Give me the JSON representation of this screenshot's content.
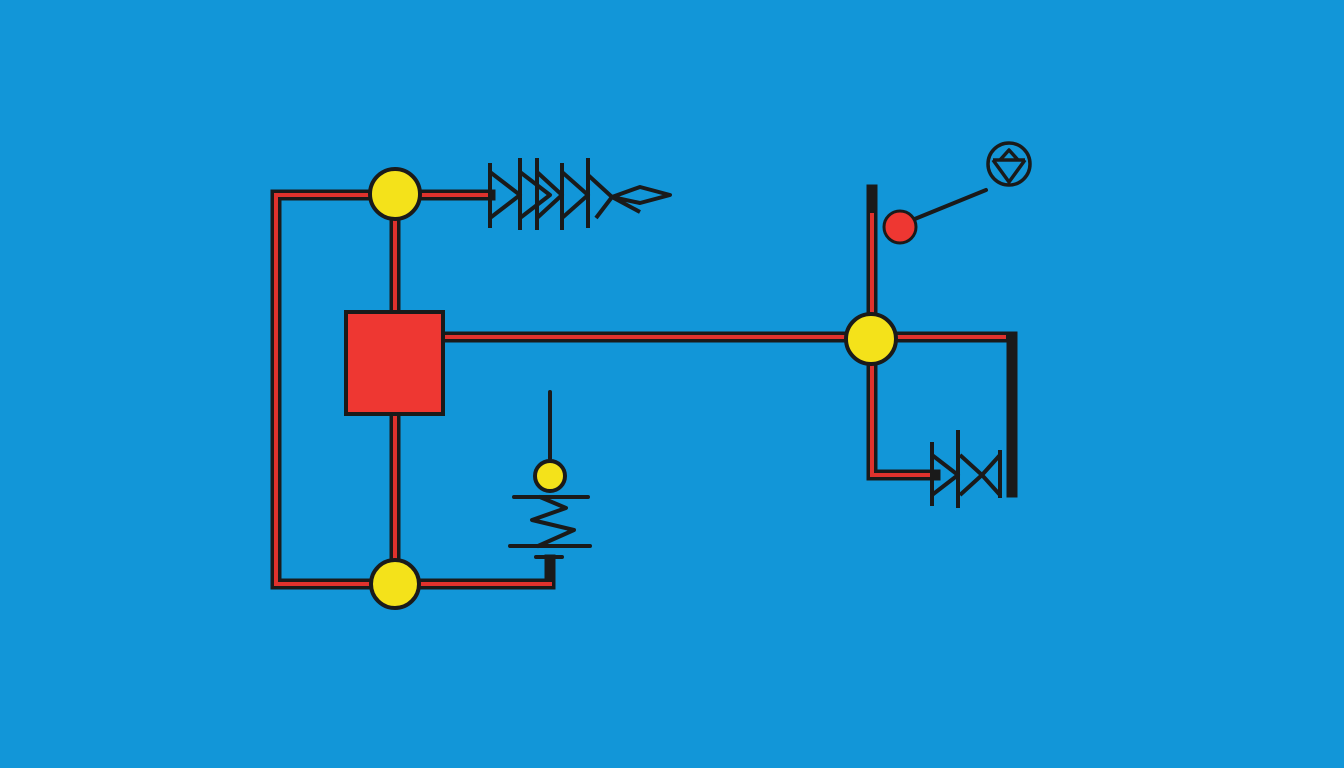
{
  "diagram": {
    "type": "schematic",
    "colors": {
      "background": "#1296d8",
      "outline": "#1a1a1a",
      "wire_core": "#e0322d",
      "node_fill": "#f4e21a",
      "block_fill": "#ee3732",
      "indicator_fill": "#ee3732"
    },
    "components": [
      {
        "id": "central-block",
        "kind": "block"
      },
      {
        "id": "node-top-left",
        "kind": "junction"
      },
      {
        "id": "node-bottom-left",
        "kind": "junction"
      },
      {
        "id": "node-right",
        "kind": "junction"
      },
      {
        "id": "node-ground-top",
        "kind": "junction"
      },
      {
        "id": "diode-chain-top",
        "kind": "diode-chain",
        "count": 4
      },
      {
        "id": "diode-pair-right",
        "kind": "diode-pair",
        "count": 2
      },
      {
        "id": "ground-symbol",
        "kind": "ground-coil"
      },
      {
        "id": "switch-indicator",
        "kind": "switch"
      },
      {
        "id": "lamp-symbol",
        "kind": "lamp"
      }
    ]
  }
}
